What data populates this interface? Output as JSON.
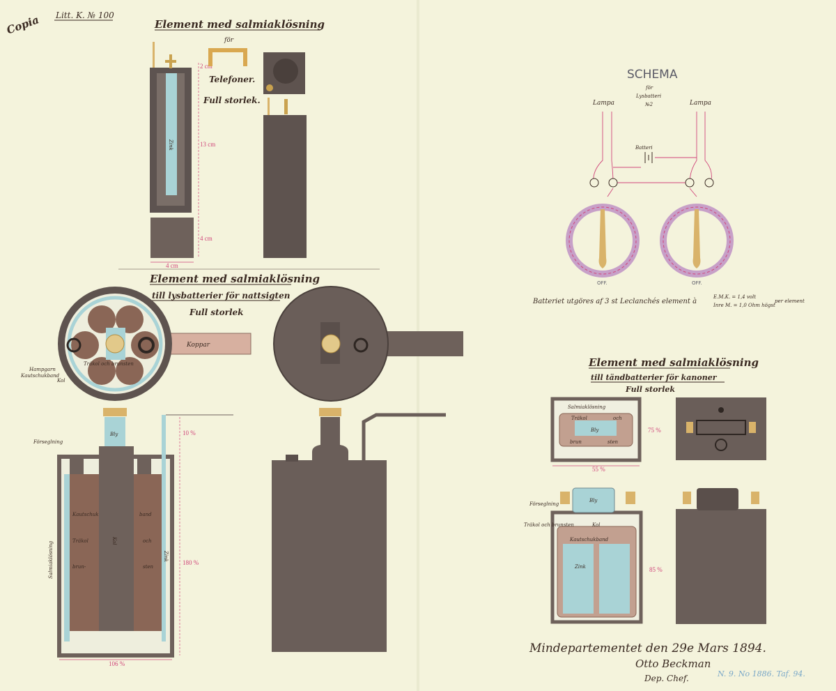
{
  "header": {
    "copia": "Copia",
    "ref": "Litt. K. № 100"
  },
  "telephone_section": {
    "title": "Element med salmiaklösning",
    "subtitle": "för",
    "purpose": "Telefoner.",
    "size": "Full storlek.",
    "zinc_label": "Zink",
    "dims": [
      "2 cm",
      "13 cm",
      "4 cm",
      "4 cm"
    ]
  },
  "light_section": {
    "title": "Element med salmiaklösning",
    "subtitle": "till lysbatterier för nattsigten",
    "size": "Full storlek",
    "copper_label": "Koppar",
    "labels": [
      "Hampgarn",
      "Kautschukband",
      "Kol",
      "Träkol och brunsten",
      "Förseglning",
      "Bly",
      "Salmiaklösning",
      "Kautschuk",
      "band",
      "Träkol",
      "och",
      "brun-",
      "sten",
      "Kol",
      "Zink"
    ],
    "dims": [
      "10 %",
      "180 %",
      "106 %"
    ]
  },
  "schema": {
    "title": "SCHEMA",
    "for": "för",
    "subject": "Lysbatteri",
    "number": "№2",
    "lamp_left": "Lampa",
    "lamp_right": "Lampa",
    "battery": "Batteri",
    "off_left": "OFF.",
    "off_right": "OFF.",
    "caption": "Batteriet utgöres af 3 st Leclanchés element à",
    "spec1": "E.M.K. = 1,4 volt",
    "spec2": "Inre M. = 1,0 Ohm högst",
    "per": "per element"
  },
  "cannon_section": {
    "title": "Element med salmiaklösning",
    "subtitle": "till tändbatterier för kanoner",
    "size": "Full storlek",
    "labels": [
      "Salmiaklösning",
      "Träkol",
      "och",
      "Bly",
      "brun",
      "sten",
      "Förseglning",
      "Träkol och brunsten",
      "Kol",
      "Kautschukband",
      "Zink",
      "Bly"
    ],
    "dims": [
      "55 %",
      "75 %",
      "85 %"
    ]
  },
  "signature": {
    "line1": "Mindepartementet den 29e Mars 1894.",
    "line2": "Otto Beckman",
    "line3": "Dep. Chef.",
    "stamp": "N. 9. No 1886. Taf. 94."
  },
  "colors": {
    "paper": "#f4f3dc",
    "cell": "#6e615b",
    "zinc": "#a9d3d6",
    "copper": "#d7b0a0",
    "carbon": "#7d5c4c",
    "brass": "#d9b36a",
    "dim": "#d0457a"
  }
}
